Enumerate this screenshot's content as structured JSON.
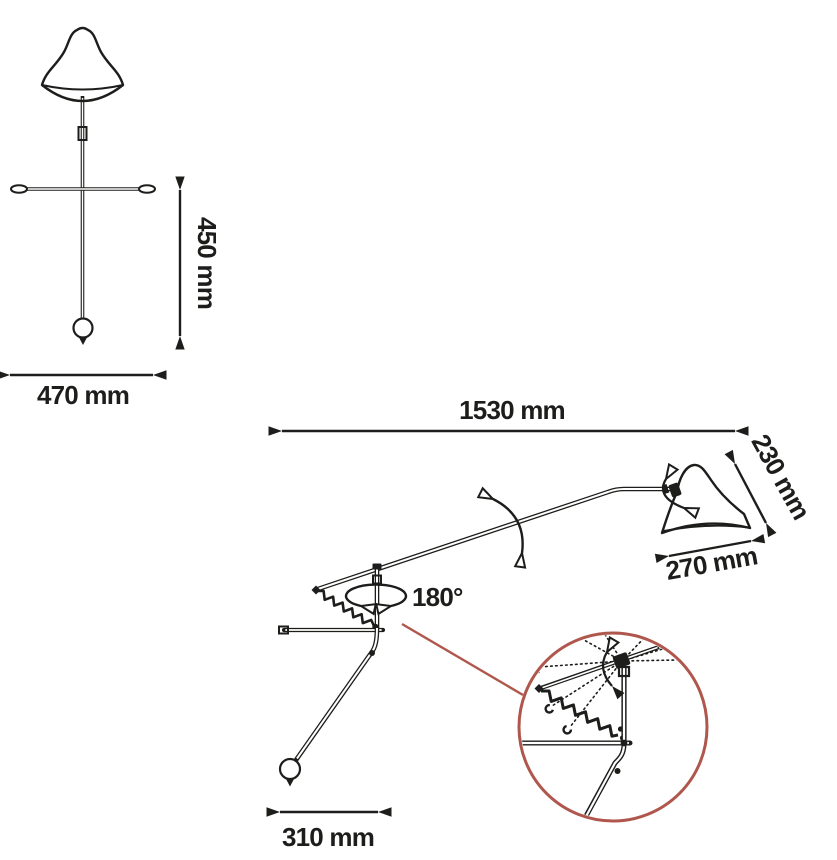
{
  "figure": {
    "type": "technical-drawing",
    "views": {
      "front": "front-view",
      "side": "side-view",
      "detail": "pivot-detail-magnifier"
    }
  },
  "labels": {
    "front_height": "450 mm",
    "front_width": "470 mm",
    "arm_span": "1530 mm",
    "shade_height": "230 mm",
    "shade_width": "270 mm",
    "swivel_angle": "180°",
    "base_width": "310 mm"
  },
  "colors": {
    "ink": "#1d1d1b",
    "accent": "#b0574d",
    "background": "#ffffff"
  }
}
